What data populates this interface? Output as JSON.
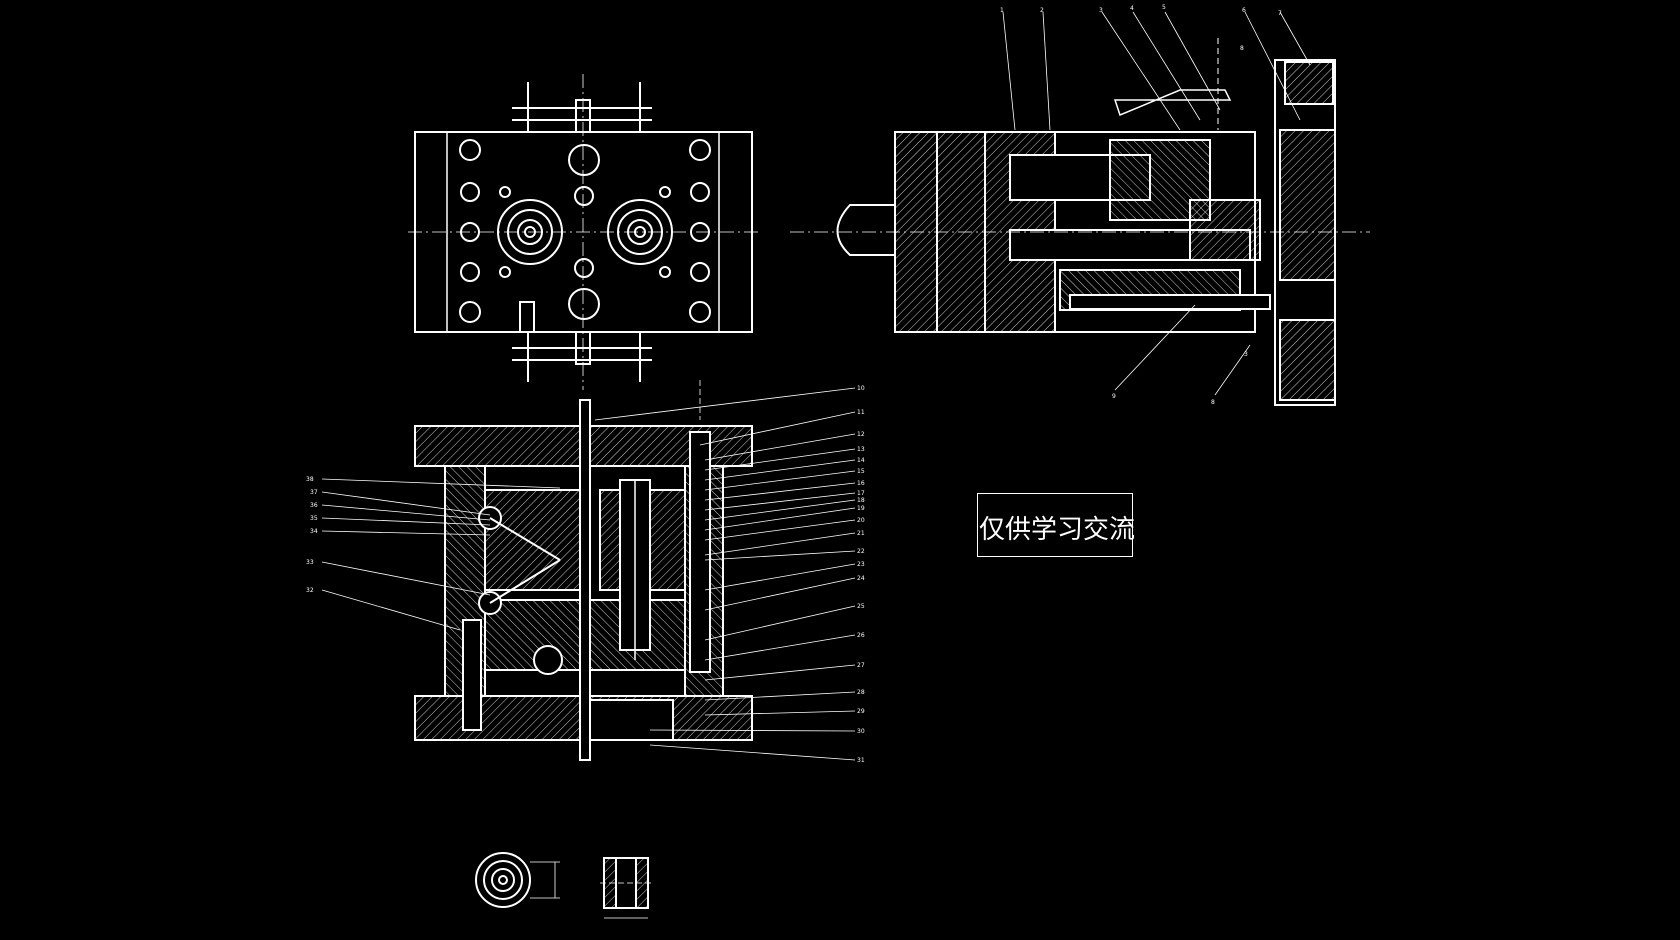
{
  "note": {
    "text": "仅供学习交流"
  },
  "callouts_right": [
    "10",
    "11",
    "12",
    "13",
    "14",
    "15",
    "16",
    "17",
    "18",
    "19",
    "20",
    "21",
    "22",
    "23",
    "24",
    "25",
    "26",
    "27",
    "28",
    "29",
    "30",
    "31"
  ],
  "callouts_left": [
    "38",
    "37",
    "36",
    "35",
    "34",
    "33",
    "32"
  ],
  "callouts_top": [
    "1",
    "2",
    "3",
    "4",
    "5",
    "6",
    "7",
    "8"
  ],
  "callouts_side_bottom": [
    "9",
    "8",
    "3"
  ],
  "colors": {
    "background": "#000000",
    "line": "#ffffff"
  }
}
